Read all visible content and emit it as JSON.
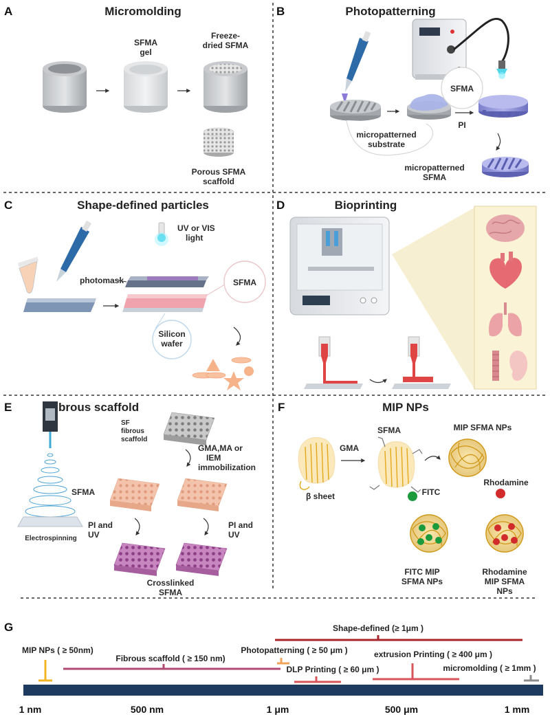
{
  "panels": {
    "A": {
      "letter": "A",
      "title": "Micromolding",
      "labels": {
        "gel": [
          "SFMA",
          "gel"
        ],
        "freeze": [
          "Freeze-",
          "dried SFMA"
        ],
        "porous": [
          "Porous SFMA",
          "scaffold"
        ]
      }
    },
    "B": {
      "letter": "B",
      "title": "Photopatterning",
      "labels": {
        "sfma": "SFMA",
        "pi": "PI",
        "substrate": [
          "micropatterned",
          "substrate"
        ],
        "result": [
          "micropatterned",
          "SFMA"
        ]
      }
    },
    "C": {
      "letter": "C",
      "title": "Shape-defined particles",
      "labels": {
        "light": [
          "UV or VIS",
          "light"
        ],
        "photomask": "photomask",
        "sfma": "SFMA",
        "wafer": [
          "Silicon",
          "wafer"
        ]
      }
    },
    "D": {
      "letter": "D",
      "title": "Bioprinting"
    },
    "E": {
      "letter": "E",
      "title": "Fibrous scaffold",
      "labels": {
        "sf": [
          "SF",
          "fibrous",
          "scaffold"
        ],
        "immob": [
          "GMA,MA or",
          "IEM",
          "immobilization"
        ],
        "sfma": "SFMA",
        "pi_left": [
          "PI and",
          "UV"
        ],
        "pi_right": [
          "PI and",
          "UV"
        ],
        "electro": "Electrospinning",
        "cross": [
          "Crosslinked",
          "SFMA"
        ]
      }
    },
    "F": {
      "letter": "F",
      "title": "MIP NPs",
      "labels": {
        "gma": "GMA",
        "sfma": "SFMA",
        "mip": "MIP SFMA NPs",
        "beta": "β sheet",
        "fitc": "FITC",
        "rhod": "Rhodamine",
        "fitc_np": [
          "FITC MIP",
          "SFMA NPs"
        ],
        "rhod_np": [
          "Rhodamine",
          "MIP SFMA",
          "NPs"
        ]
      }
    },
    "G": {
      "letter": "G"
    }
  },
  "scale": {
    "axis_labels": [
      "1 nm",
      "500 nm",
      "1 μm",
      "500 μm",
      "1 mm"
    ],
    "ranges": [
      {
        "label": "MIP NPs ( ≥ 50nm)",
        "color": "#f2b624"
      },
      {
        "label": "Fibrous scaffold ( ≥ 150 nm)",
        "color": "#b04a72"
      },
      {
        "label": "Photopatterning ( ≥ 50 μm )",
        "color": "#f0a25a"
      },
      {
        "label": "Shape-defined (≥ 1μm )",
        "color": "#a8262c"
      },
      {
        "label": "DLP Printing ( ≥ 60 μm )",
        "color": "#d8545a"
      },
      {
        "label": "extrusion Printing ( ≥ 400 μm )",
        "color": "#d8545a"
      },
      {
        "label": "micromolding ( ≥ 1mm )",
        "color": "#8c8c8c"
      }
    ],
    "axis_color": "#1f3a5f"
  },
  "colors": {
    "sfma_peach": "#f6c7b0",
    "crosslinked": "#c27ab8",
    "pink_slide": "#f3b9c0",
    "bioink": "#e04545",
    "organ_bg": "#fbf3d6"
  }
}
